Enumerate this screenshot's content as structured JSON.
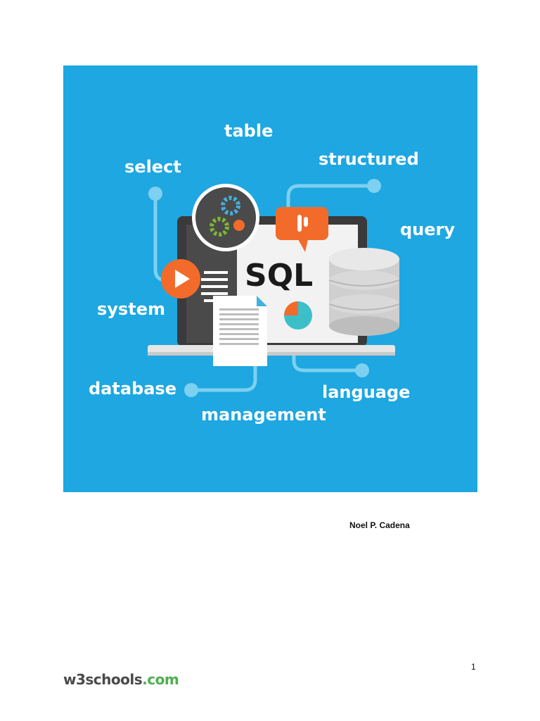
{
  "cover": {
    "background": "#1ea7e1",
    "keywords": {
      "table": "table",
      "select": "select",
      "structured": "structured",
      "query": "query",
      "system": "system",
      "database": "database",
      "language": "language",
      "management": "management"
    },
    "screen_text": "SQL",
    "icons": [
      "gears-icon",
      "play-icon",
      "chat-bubble-icon",
      "database-icon",
      "document-icon",
      "pie-chart-icon",
      "laptop-icon"
    ],
    "accent_orange": "#f26b2a",
    "accent_green": "#7cb82f"
  },
  "author": "Noel P. Cadena",
  "page_number": "1",
  "footer": {
    "logo_w3": "w3schools",
    "logo_com": ".com",
    "logo_color": "#4caf50"
  }
}
